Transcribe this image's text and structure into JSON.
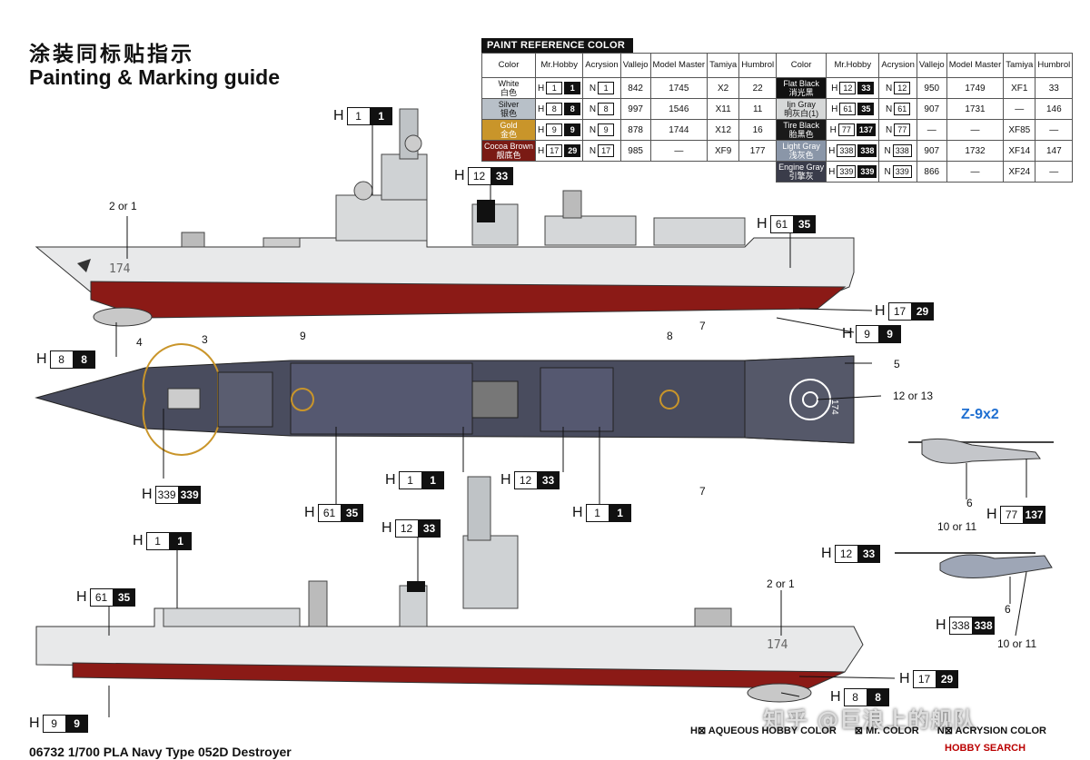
{
  "title_cn": "涂装同标贴指示",
  "title_en": "Painting & Marking guide",
  "paint_table": {
    "header": "PAINT  REFERENCE COLOR",
    "columns": [
      "Color",
      "Mr.Hobby",
      "Acrysion",
      "Vallejo",
      "Model Master",
      "Tamiya",
      "Humbrol"
    ],
    "left_rows": [
      {
        "name_en": "White",
        "name_cn": "白色",
        "bg": "#ffffff",
        "fg": "#111111",
        "h_a": "1",
        "h_b": "1",
        "n": "1",
        "vallejo": "842",
        "mm": "1745",
        "tamiya": "X2",
        "humbrol": "22"
      },
      {
        "name_en": "Silver",
        "name_cn": "银色",
        "bg": "#b8c0c8",
        "fg": "#111111",
        "h_a": "8",
        "h_b": "8",
        "n": "8",
        "vallejo": "997",
        "mm": "1546",
        "tamiya": "X11",
        "humbrol": "11"
      },
      {
        "name_en": "Gold",
        "name_cn": "金色",
        "bg": "#c9952a",
        "fg": "#ffffff",
        "h_a": "9",
        "h_b": "9",
        "n": "9",
        "vallejo": "878",
        "mm": "1744",
        "tamiya": "X12",
        "humbrol": "16"
      },
      {
        "name_en": "Cocoa Brown",
        "name_cn": "靓底色",
        "bg": "#7a1a14",
        "fg": "#ffffff",
        "h_a": "17",
        "h_b": "29",
        "n": "17",
        "vallejo": "985",
        "mm": "—",
        "tamiya": "XF9",
        "humbrol": "177"
      }
    ],
    "right_rows": [
      {
        "name_en": "Flat Black",
        "name_cn": "消光黑",
        "bg": "#111111",
        "fg": "#ffffff",
        "h_a": "12",
        "h_b": "33",
        "n": "12",
        "vallejo": "950",
        "mm": "1749",
        "tamiya": "XF1",
        "humbrol": "33"
      },
      {
        "name_en": "Ijn Gray",
        "name_cn": "明灰白(1)",
        "bg": "#d6d8d8",
        "fg": "#111111",
        "h_a": "61",
        "h_b": "35",
        "n": "61",
        "vallejo": "907",
        "mm": "1731",
        "tamiya": "—",
        "humbrol": "146"
      },
      {
        "name_en": "Tire Black",
        "name_cn": "胎黑色",
        "bg": "#1a1a1a",
        "fg": "#ffffff",
        "h_a": "77",
        "h_b": "137",
        "n": "77",
        "vallejo": "—",
        "mm": "—",
        "tamiya": "XF85",
        "humbrol": "—"
      },
      {
        "name_en": "Light Gray",
        "name_cn": "浅灰色",
        "bg": "#8a96a8",
        "fg": "#ffffff",
        "h_a": "338",
        "h_b": "338",
        "n": "338",
        "vallejo": "907",
        "mm": "1732",
        "tamiya": "XF14",
        "humbrol": "147"
      },
      {
        "name_en": "Engine Gray",
        "name_cn": "引擎灰",
        "bg": "#3a3c4a",
        "fg": "#ffffff",
        "h_a": "339",
        "h_b": "339",
        "n": "339",
        "vallejo": "866",
        "mm": "—",
        "tamiya": "XF24",
        "humbrol": "—"
      }
    ]
  },
  "callouts": {
    "c_h1_top": {
      "l": "H",
      "a": "1",
      "b": "1"
    },
    "c_h12_top": {
      "l": "H",
      "a": "12",
      "b": "33"
    },
    "c_h61_top": {
      "l": "H",
      "a": "61",
      "b": "35"
    },
    "c_h17_top": {
      "l": "H",
      "a": "17",
      "b": "29"
    },
    "c_h9_top": {
      "l": "H",
      "a": "9",
      "b": "9"
    },
    "c_h8_top": {
      "l": "H",
      "a": "8",
      "b": "8"
    },
    "c_h339": {
      "l": "H",
      "a": "339",
      "b": "339"
    },
    "c_h1_mid1": {
      "l": "H",
      "a": "1",
      "b": "1"
    },
    "c_h12_mid": {
      "l": "H",
      "a": "12",
      "b": "33"
    },
    "c_h1_mid2": {
      "l": "H",
      "a": "1",
      "b": "1"
    },
    "c_h61_mid": {
      "l": "H",
      "a": "61",
      "b": "35"
    },
    "c_h12_bot": {
      "l": "H",
      "a": "12",
      "b": "33"
    },
    "c_h1_bot": {
      "l": "H",
      "a": "1",
      "b": "1"
    },
    "c_h61_bot": {
      "l": "H",
      "a": "61",
      "b": "35"
    },
    "c_h17_bot": {
      "l": "H",
      "a": "17",
      "b": "29"
    },
    "c_h8_bot": {
      "l": "H",
      "a": "8",
      "b": "8"
    },
    "c_h9_bot": {
      "l": "H",
      "a": "9",
      "b": "9"
    },
    "c_h77": {
      "l": "H",
      "a": "77",
      "b": "137"
    },
    "c_h12_heli": {
      "l": "H",
      "a": "12",
      "b": "33"
    },
    "c_h338": {
      "l": "H",
      "a": "338",
      "b": "338"
    }
  },
  "numbers": {
    "n_2or1_top": "2 or 1",
    "n_4": "4",
    "n_3": "3",
    "n_9": "9",
    "n_8": "8",
    "n_7a": "7",
    "n_7b": "7",
    "n_5": "5",
    "n_12or13": "12 or 13",
    "n_6a": "6",
    "n_10or11a": "10 or 11",
    "n_6b": "6",
    "n_10or11b": "10 or 11",
    "n_2or1_bot": "2 or 1",
    "hull_no_top": "174",
    "hull_no_deck": "174",
    "hull_no_bot": "174"
  },
  "heli_title": "Z-9x2",
  "legend": {
    "h": "H⊠ AQUEOUS HOBBY COLOR",
    "m": "⊠ Mr. COLOR",
    "n": "N⊠ ACRYSION COLOR"
  },
  "footer": "06732  1/700  PLA Navy Type 052D Destroyer",
  "watermark": "知乎 @巨浪上的舰队",
  "hobbysearch": "HOBBY SEARCH"
}
